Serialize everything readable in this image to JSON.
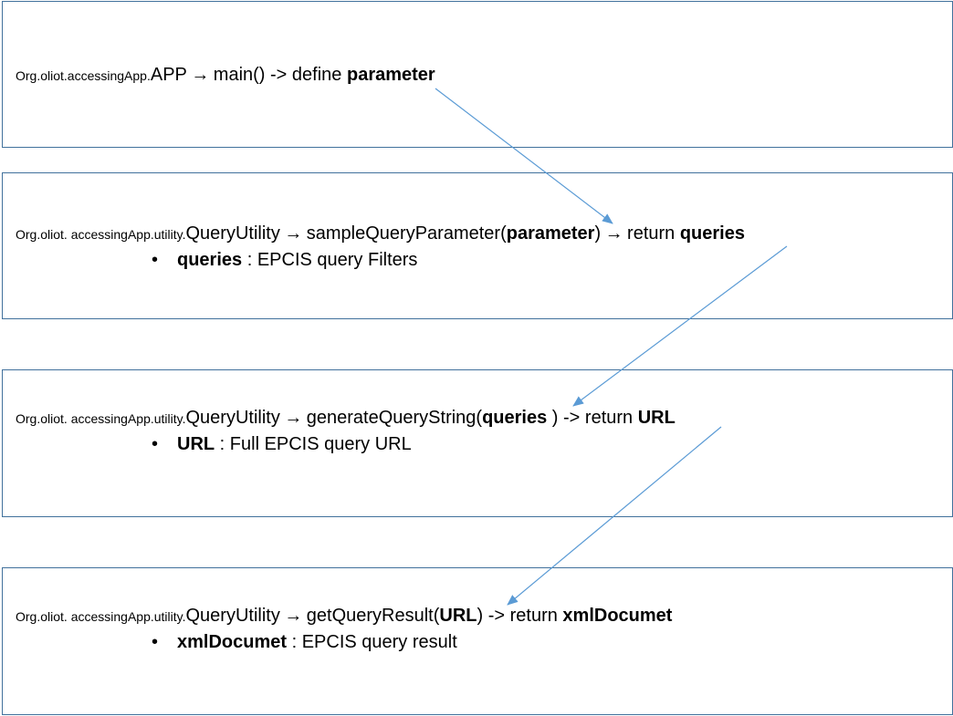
{
  "arrow_glyph": "→",
  "box1": {
    "prefix": "Org.oliot.accessingApp.",
    "cls": "APP",
    "method": "main()",
    "rest": " -> define ",
    "param": "parameter"
  },
  "box2": {
    "prefix": "Org.oliot. accessingApp.utility.",
    "cls": "QueryUtility",
    "method": "sampleQueryParameter(",
    "arg": "parameter",
    "close": ")",
    "ret_label": "return ",
    "ret": "queries",
    "bullet_term": "queries",
    "bullet_desc": " : EPCIS query Filters"
  },
  "box3": {
    "prefix": "Org.oliot. accessingApp.utility.",
    "cls": "QueryUtility",
    "method": "generateQueryString(",
    "arg": "queries",
    "close": " ) -> return ",
    "ret": "URL",
    "bullet_term": "URL",
    "bullet_desc": " : Full EPCIS query URL"
  },
  "box4": {
    "prefix": "Org.oliot. accessingApp.utility.",
    "cls": "QueryUtility",
    "method": "getQueryResult(",
    "arg": "URL",
    "close": ") -> return ",
    "ret": "xmlDocumet",
    "bullet_term": "xmlDocumet",
    "bullet_desc": " : EPCIS query result"
  },
  "bullet": "•",
  "colors": {
    "border": "#41719c",
    "connector": "#5b9bd5"
  }
}
